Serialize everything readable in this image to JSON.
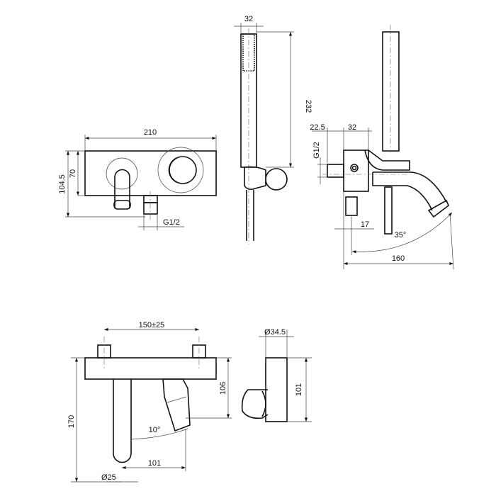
{
  "drawing": {
    "front_view": {
      "width": "210",
      "height_body": "70",
      "height_total": "104.5",
      "inlet_thread": "G1/2"
    },
    "hand_shower": {
      "width": "32",
      "height": "232"
    },
    "side_view": {
      "inlet_offset": "22.5",
      "body_depth": "32",
      "inlet_thread": "G1/2",
      "outlet_offset": "17",
      "angle": "35°",
      "projection": "160"
    },
    "bottom_view": {
      "centers": "150±25",
      "height": "170",
      "spout_drop": "106",
      "angle": "10°",
      "spout_reach": "101",
      "diameter": "Ø25"
    },
    "holder_view": {
      "diameter": "Ø34.5",
      "height": "101"
    }
  }
}
